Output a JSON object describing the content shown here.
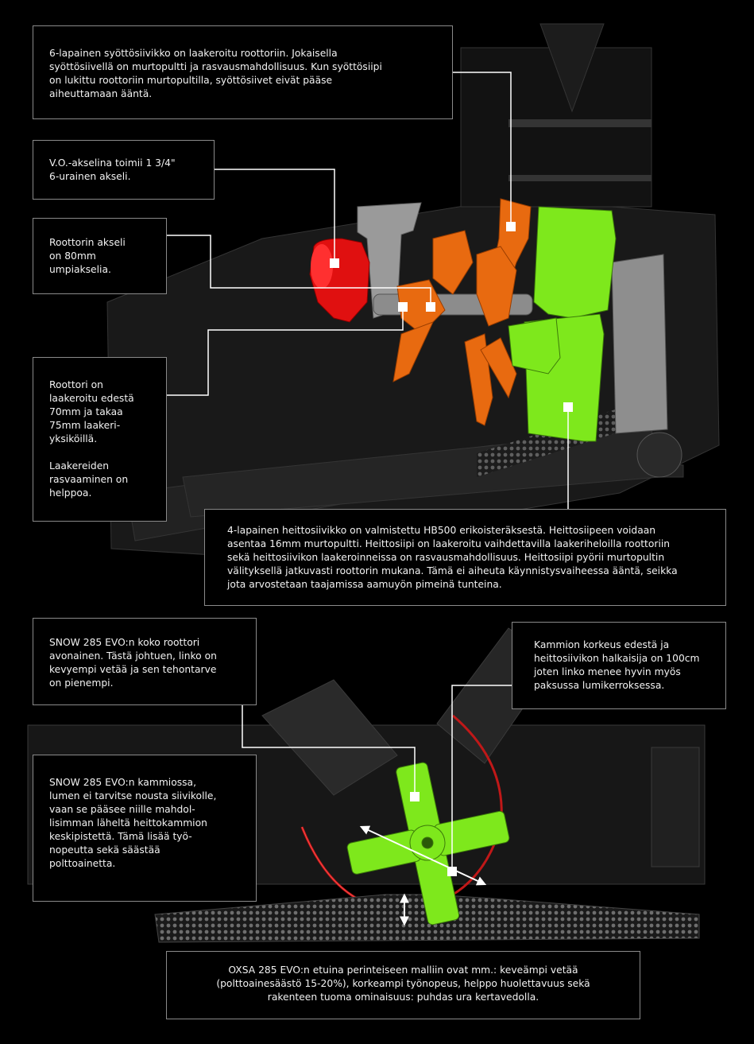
{
  "callouts": {
    "feeder_rotor": "6-lapainen syöttösiivikko on laakeroitu roottoriin. Jokaisella\nsyöttösiivellä on murtopultti ja rasvausmahdollisuus. Kun syöttösiipi\non lukittu roottoriin murtopultilla, syöttösiivet eivät pääse\naiheuttamaan ääntä.",
    "pto_shaft": "V.O.-akselina toimii 1 3/4\"\n6-urainen akseli.",
    "rotor_shaft": "Roottorin akseli\non 80mm\numpiakselia.",
    "rotor_bearings": "Roottori on\nlaakeroitu edestä\n70mm ja takaa\n75mm laakeri-\nyksiköillä.\n\nLaakereiden\nrasvaaminen on\nhelppoa.",
    "impeller": "4-lapainen heittosiivikko on valmistettu HB500 erikoisteräksestä. Heittosiipeen voidaan\nasentaa 16mm murtopultti. Heittosiipi on laakeroitu vaihdettavilla laakeriheloilla roottoriin\nsekä heittosiivikon laakeroinneissa on rasvausmahdollisuus. Heittosiipi pyörii murtopultin\nvälityksellä jatkuvasti roottorin mukana. Tämä ei aiheuta käynnistysvaiheessa ääntä, seikka\njota arvostetaan taajamissa aamuyön pimeinä tunteina.",
    "open_rotor": "SNOW 285 EVO:n koko roottori\navonainen. Tästä johtuen, linko on\nkevyempi vetää ja sen tehontarve\non pienempi.",
    "chamber_height": "Kammion korkeus edestä ja\nheittosiivikon halkaisija on 100cm\njoten linko menee hyvin myös\npaksussa lumikerroksessa.",
    "chamber": "SNOW 285 EVO:n kammiossa,\nlumen ei tarvitse nousta siivikolle,\nvaan se pääsee niille mahdol-\nlisimman läheltä heittokammion\nkeskipistettä. Tämä lisää työ-\nnopeutta sekä säästää\npolttoainetta.",
    "summary": "OXSA 285 EVO:n etuina perinteiseen malliin ovat mm.:  keveämpi vetää\n(polttoainesäästö 15-20%),  korkeampi työnopeus, helppo huolettavuus sekä\nrakenteen tuoma ominaisuus: puhdas ura kertavedolla."
  },
  "colors": {
    "background": "#000000",
    "impeller_green": "#7ee81c",
    "feeder_orange": "#e86a10",
    "gearbox_red": "#e01010",
    "frame_grey": "#9a9a9a",
    "callout_border": "#8a8a8a",
    "leader_line": "#ffffff"
  }
}
